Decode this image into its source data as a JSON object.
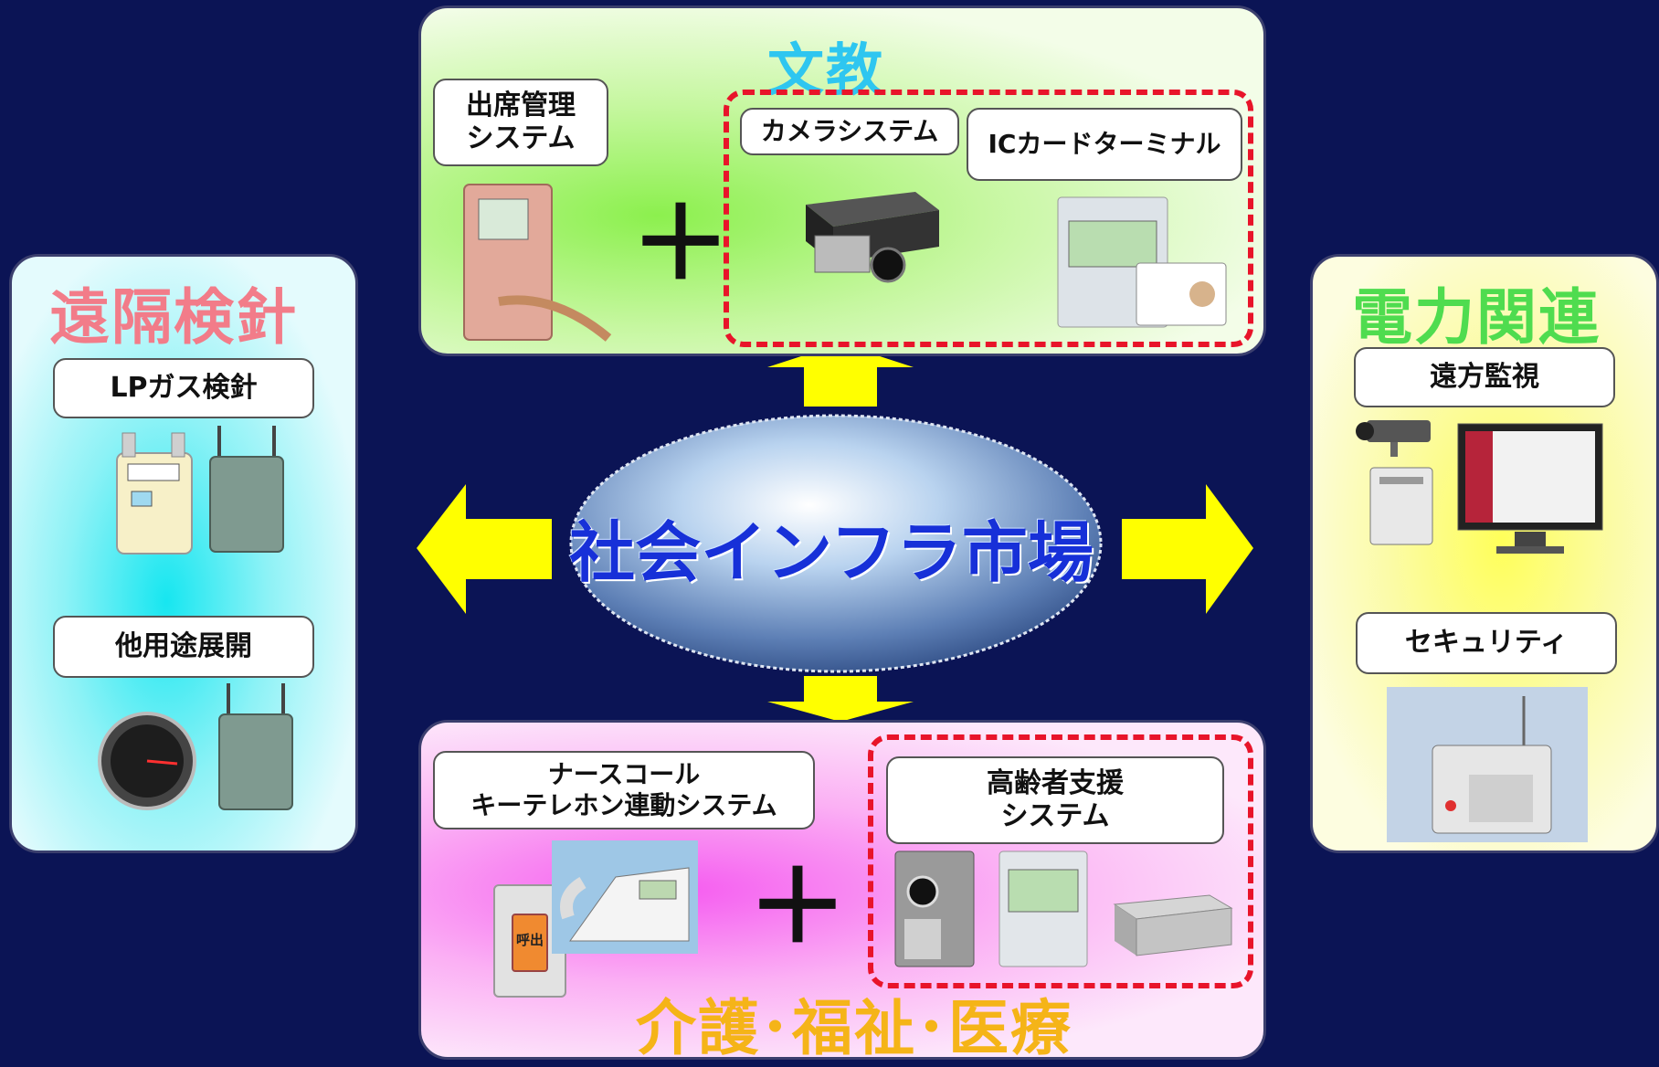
{
  "center": {
    "title": "社会インフラ市場"
  },
  "left": {
    "heading": "遠隔検針",
    "items": [
      {
        "label": "LPガス検針"
      },
      {
        "label": "他用途展開"
      }
    ]
  },
  "top": {
    "heading": "文教",
    "items": [
      {
        "label": "出席管理\nシステム"
      },
      {
        "label": "カメラシステム"
      },
      {
        "label": "ICカードターミナル"
      }
    ],
    "plus": "＋"
  },
  "right": {
    "heading": "電力関連",
    "items": [
      {
        "label": "遠方監視"
      },
      {
        "label": "セキュリティ"
      }
    ]
  },
  "bottom": {
    "heading": "介護･福祉･医療",
    "items": [
      {
        "label": "ナースコール\nキーテレホン連動システム"
      },
      {
        "label": "高齢者支援\nシステム"
      }
    ],
    "plus": "＋",
    "call_button_text": "呼出"
  },
  "colors": {
    "background": "#0b1455",
    "arrow": "#ffff00",
    "dash_border": "#e8142a",
    "center_text": "#1730d8"
  }
}
